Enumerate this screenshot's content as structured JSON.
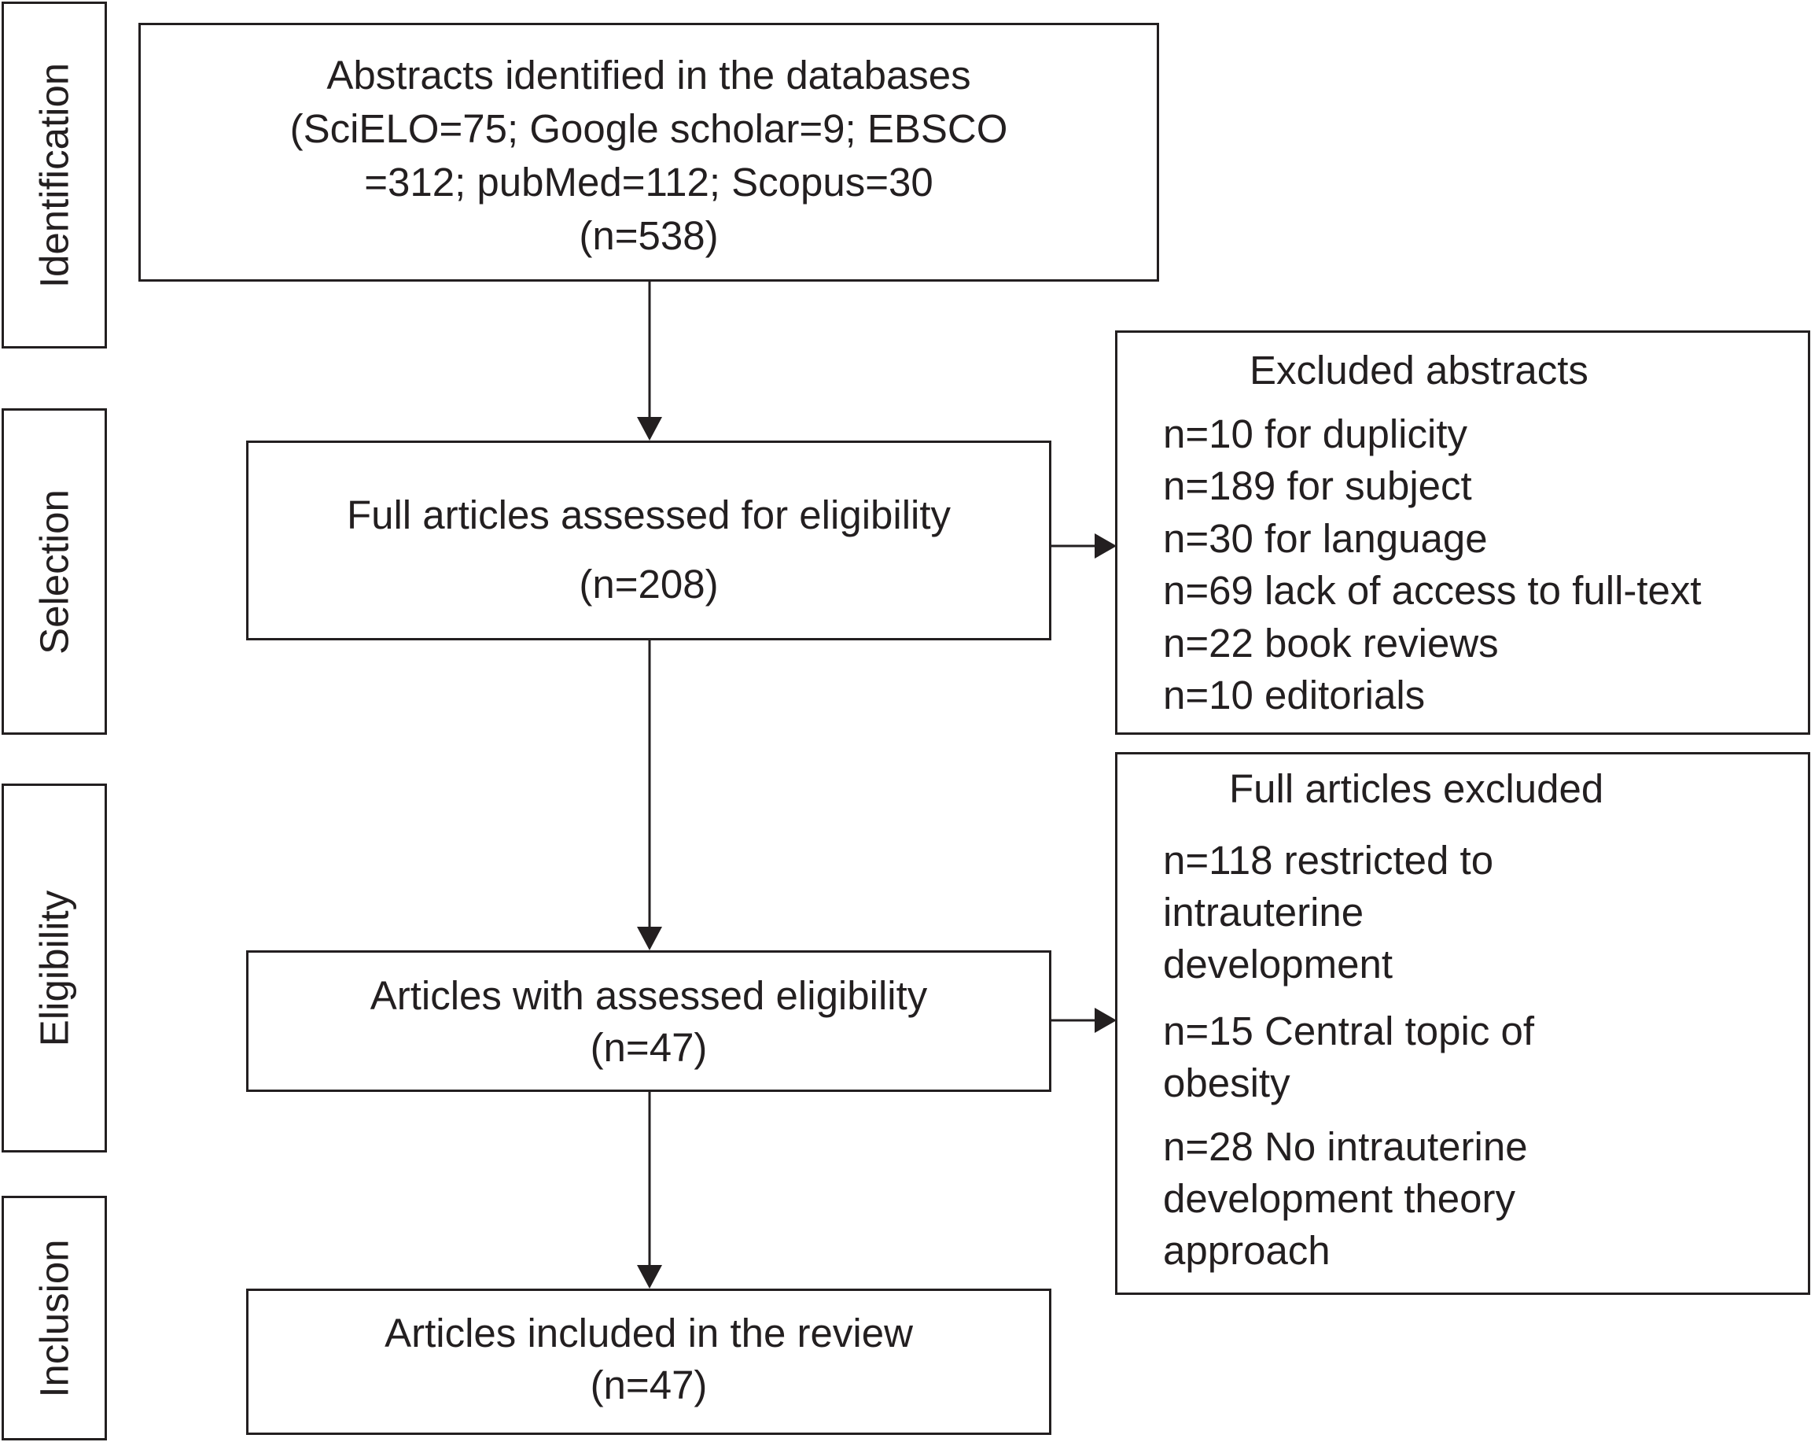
{
  "stages": {
    "identification": "Identification",
    "selection": "Selection",
    "eligibility": "Eligibility",
    "inclusion": "Inclusion"
  },
  "boxes": {
    "identified": {
      "lines": [
        "Abstracts identified in the databases",
        "(SciELO=75; Google scholar=9; EBSCO",
        "=312; pubMed=112; Scopus=30",
        "(n=538)"
      ]
    },
    "assessed": {
      "title": "Full articles assessed for eligibility",
      "count": "(n=208)"
    },
    "eligible": {
      "title": "Articles with assessed eligibility",
      "count": "(n=47)"
    },
    "included": {
      "title": "Articles included in the review",
      "count": "(n=47)"
    },
    "excluded_abstracts": {
      "title": "Excluded abstracts",
      "items": [
        "n=10 for duplicity",
        "n=189 for subject",
        "n=30 for language",
        "n=69 lack of access to full-text",
        "n=22 book reviews",
        "n=10 editorials"
      ]
    },
    "excluded_full": {
      "title": "Full articles excluded",
      "items": [
        "n=118 restricted to",
        "intrauterine",
        "development",
        "n=15 Central topic of",
        "obesity",
        "n=28 No intrauterine",
        "development theory",
        "approach"
      ]
    }
  }
}
